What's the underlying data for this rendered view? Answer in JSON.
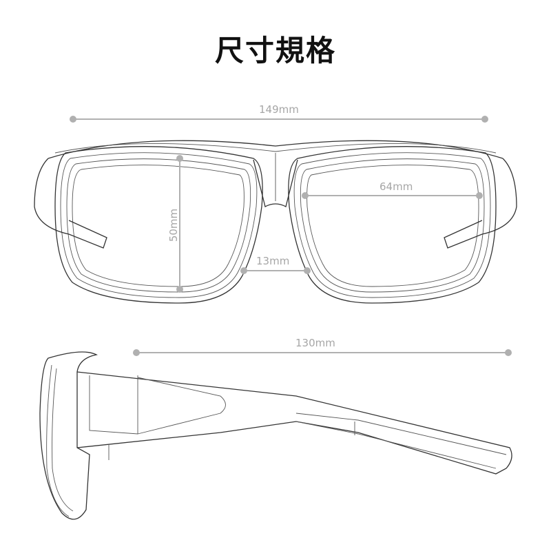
{
  "title": "尺寸規格",
  "dimensions": {
    "overall_width": "149mm",
    "lens_width": "64mm",
    "lens_height": "50mm",
    "bridge_width": "13mm",
    "temple_length": "130mm"
  },
  "colors": {
    "dimension": "#b0b0b0",
    "drawing": "#333333",
    "title": "#111111"
  }
}
